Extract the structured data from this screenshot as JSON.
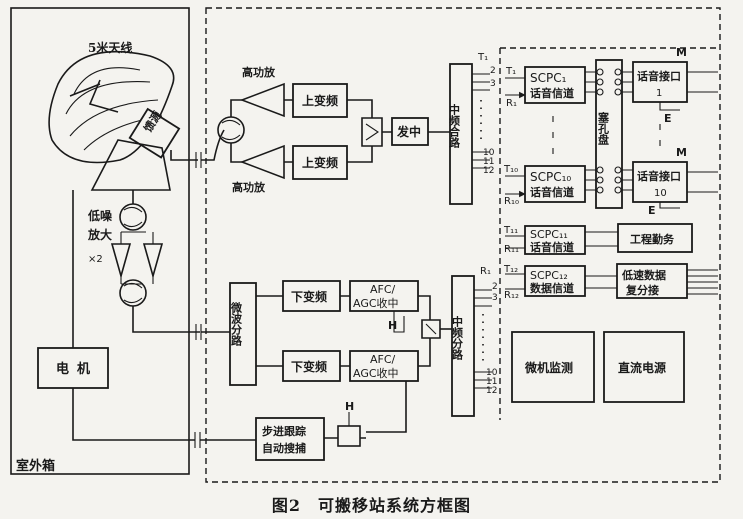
{
  "caption": "图2　可搬移站系统方框图",
  "outdoor": {
    "antenna_label": "5米天线",
    "feed_label": "馈源",
    "lna_label": "低噪放大",
    "lna_count": "×2",
    "motor_label": "电机",
    "box_label": "室外箱"
  },
  "transmit": {
    "hpa_top": "高功放",
    "hpa_bottom": "高功放",
    "upconv_top": "上变频",
    "upconv_bottom": "上变频",
    "if_tx": "发中",
    "combiner": "中频合路"
  },
  "receive": {
    "splitter": "微波分路",
    "downconv_top": "下变频",
    "downconv_bottom": "下变频",
    "afc_top": [
      "AFC/",
      "AGC收中"
    ],
    "afc_bottom": [
      "AFC/",
      "AGC收中"
    ],
    "h_top": "H",
    "h_bottom": "H",
    "if_splitter": "中频分路",
    "tracking": [
      "步进跟踪",
      "自动搜捕"
    ]
  },
  "channels": {
    "scpc1": [
      "SCPC₁",
      "话音信道"
    ],
    "scpc10": [
      "SCPC₁₀",
      "话音信道"
    ],
    "scpc11": [
      "SCPC₁₁",
      "话音信道"
    ],
    "scpc12": [
      "SCPC₁₂",
      "数据信道"
    ],
    "patch_panel": "塞孔盘",
    "voice_if1": [
      "话音接口",
      "1"
    ],
    "voice_if10": [
      "话音接口",
      "10"
    ],
    "engineering": "工程勤务",
    "low_speed": [
      "低速数据",
      "复分接"
    ],
    "monitor": "微机监测",
    "dc_power": "直流电源",
    "m_top": "M",
    "e_top": "E",
    "m_bottom": "M",
    "e_bottom": "E",
    "t1": "T₁",
    "r1": "R₁",
    "t10": "T₁₀",
    "r10": "R₁₀",
    "t11": "T₁₁",
    "r11": "R₁₁",
    "t12": "T₁₂",
    "r12": "R₁₂"
  },
  "ports": {
    "combiner_top": [
      "T₁",
      "2",
      "3"
    ],
    "combiner_bottom": [
      "10",
      "11",
      "12"
    ],
    "splitter_top": [
      "R₁",
      "2",
      "3"
    ],
    "splitter_bottom": [
      "10",
      "11",
      "12"
    ]
  }
}
